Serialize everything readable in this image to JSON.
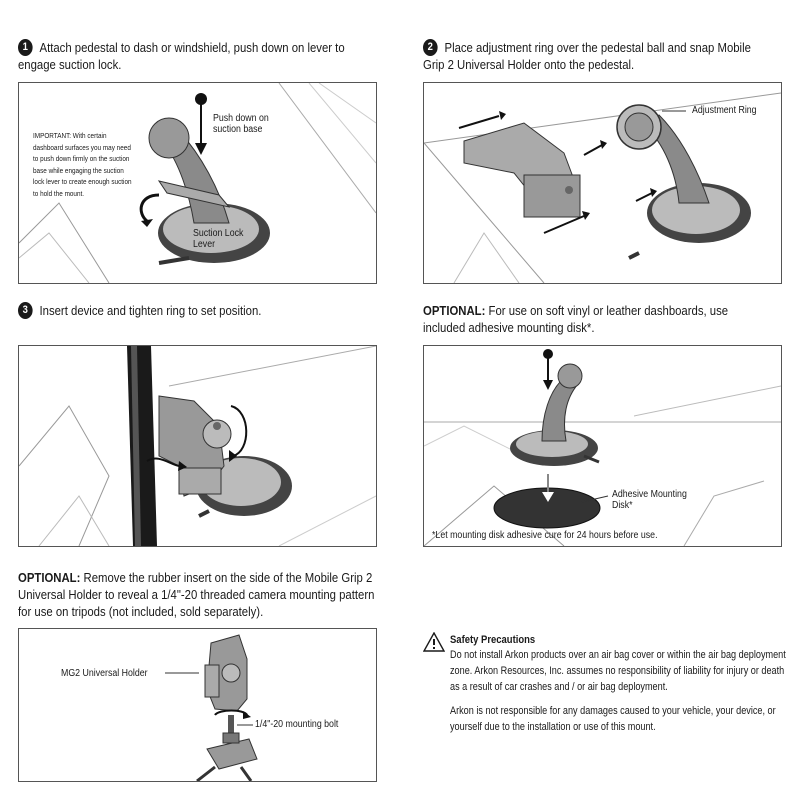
{
  "steps": [
    {
      "number": "1",
      "text": "Attach pedestal to dash or windshield, push down on lever to engage suction lock."
    },
    {
      "number": "2",
      "text": "Place adjustment ring over the pedestal ball and snap Mobile Grip 2 Universal Holder onto the pedestal."
    },
    {
      "number": "3",
      "text": "Insert device and tighten ring to set position."
    }
  ],
  "optional_vinyl": {
    "prefix": "OPTIONAL:",
    "text": "  For use on soft vinyl or leather dashboards, use included adhesive mounting disk*."
  },
  "optional_tripod": {
    "prefix": "OPTIONAL:",
    "text": " Remove the rubber insert on the side of the Mobile Grip 2 Universal Holder to reveal a 1/4\"-20 threaded camera mounting pattern for use on tripods (not included, sold separately)."
  },
  "panel1": {
    "important_note": "IMPORTANT: With certain dashboard surfaces you may need to push down firmly on the suction base while engaging the suction lock lever to create enough suction to hold the mount.",
    "push_label": "Push down on suction base",
    "lever_label": "Suction Lock Lever"
  },
  "panel2": {
    "ring_label": "Adjustment Ring"
  },
  "panel4": {
    "disk_label": "Adhesive Mounting Disk*",
    "footnote": "*Let mounting disk adhesive cure for 24 hours before use."
  },
  "panel5": {
    "holder_label": "MG2 Universal Holder",
    "bolt_label": "1/4\"-20 mounting bolt"
  },
  "safety": {
    "icon": "warning-triangle-icon",
    "title": "Safety Precautions",
    "paragraph1": "Do not install Arkon products over an air bag cover or within the air bag deployment zone. Arkon Resources, Inc. assumes no responsibility of liability for injury or death as a result of car crashes and / or air bag deployment.",
    "paragraph2": "Arkon is not responsible for any damages caused to your vehicle, your device, or yourself due to the installation or use of this mount."
  }
}
